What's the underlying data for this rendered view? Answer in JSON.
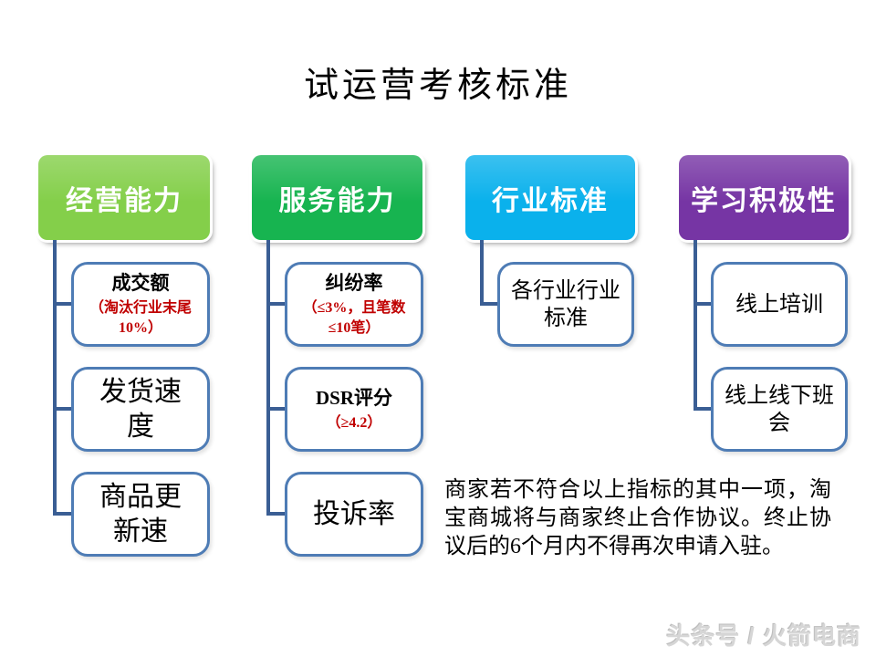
{
  "title": "试运营考核标准",
  "columns": [
    {
      "header": "经营能力",
      "color": "#84CF4A",
      "children": [
        {
          "main": "成交额",
          "note": "（淘汰行业末尾10%）"
        },
        {
          "main": "发货速\n度"
        },
        {
          "main": "商品更\n新速"
        }
      ]
    },
    {
      "header": "服务能力",
      "color": "#17B450",
      "children": [
        {
          "main": "纠纷率",
          "note": "（≤3%，且笔数\n≤10笔）"
        },
        {
          "main": "DSR评分",
          "note": "（≥4.2）"
        },
        {
          "main": "投诉率"
        }
      ]
    },
    {
      "header": "行业标准",
      "color": "#0AB1EC",
      "children": [
        {
          "main": "各行业行业\n标准"
        }
      ]
    },
    {
      "header": "学习积极性",
      "color": "#7635A4",
      "children": [
        {
          "main": "线上培训"
        },
        {
          "main": "线上线下班\n会"
        }
      ]
    }
  ],
  "footnote": "商家若不符合以上指标的其中一项，淘宝商城将与商家终止合作协议。终止协议后的6个月内不得再次申请入驻。",
  "watermark": "头条号 / 火箭电商",
  "colors": {
    "column_green_light": "#84CF4A",
    "column_green_dark": "#17B450",
    "column_blue": "#0AB1EC",
    "column_purple": "#7635A4",
    "cell_border": "#4E7CB5",
    "connector": "#3A5E94",
    "note_red": "#C00000",
    "watermark_gray": "#D6D6D6"
  }
}
